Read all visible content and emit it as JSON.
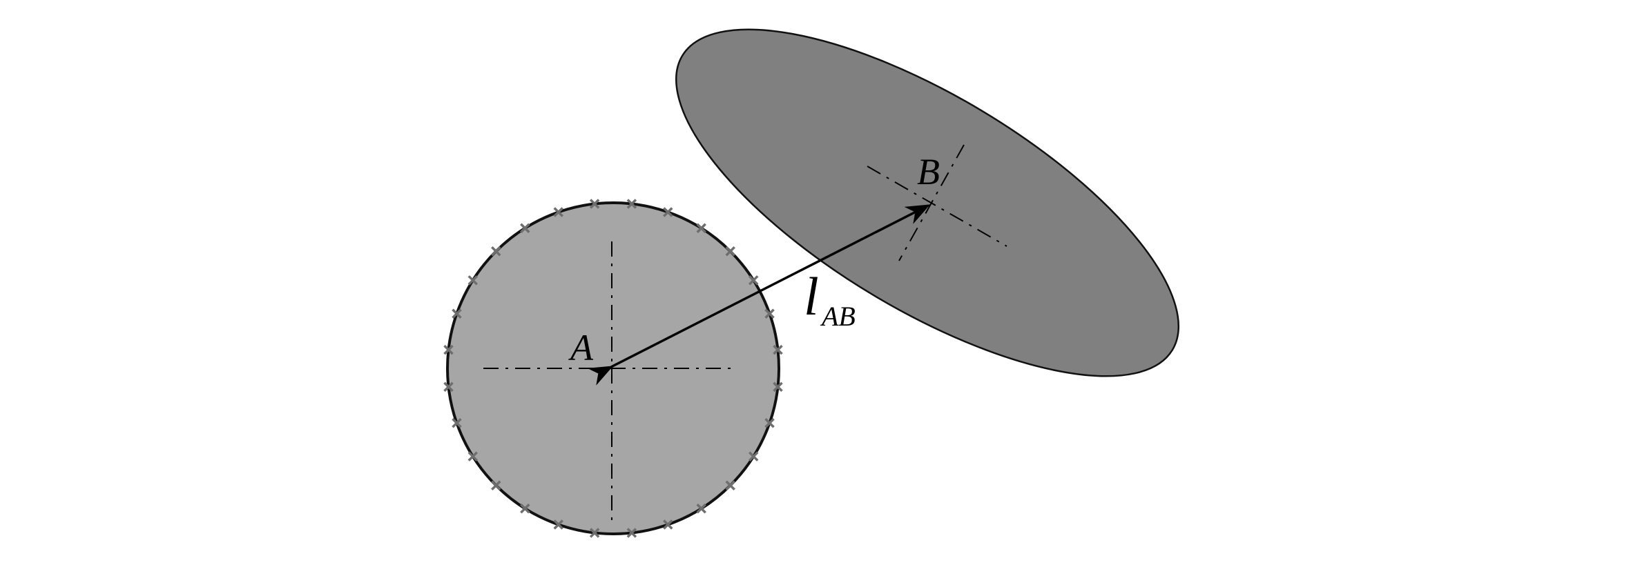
{
  "diagram": {
    "labels": {
      "point_a": "A",
      "point_b": "B",
      "distance_main": "l",
      "distance_sub": "AB"
    },
    "shapes": {
      "circle": {
        "fill": "#a6a6a6",
        "stroke": "#111111",
        "marker_color": "#6e6e6e",
        "marker_count": 28
      },
      "ellipse": {
        "fill": "#808080",
        "stroke": "#111111"
      }
    },
    "arrow": {
      "color": "#000000",
      "from": "A",
      "to": "B"
    }
  }
}
